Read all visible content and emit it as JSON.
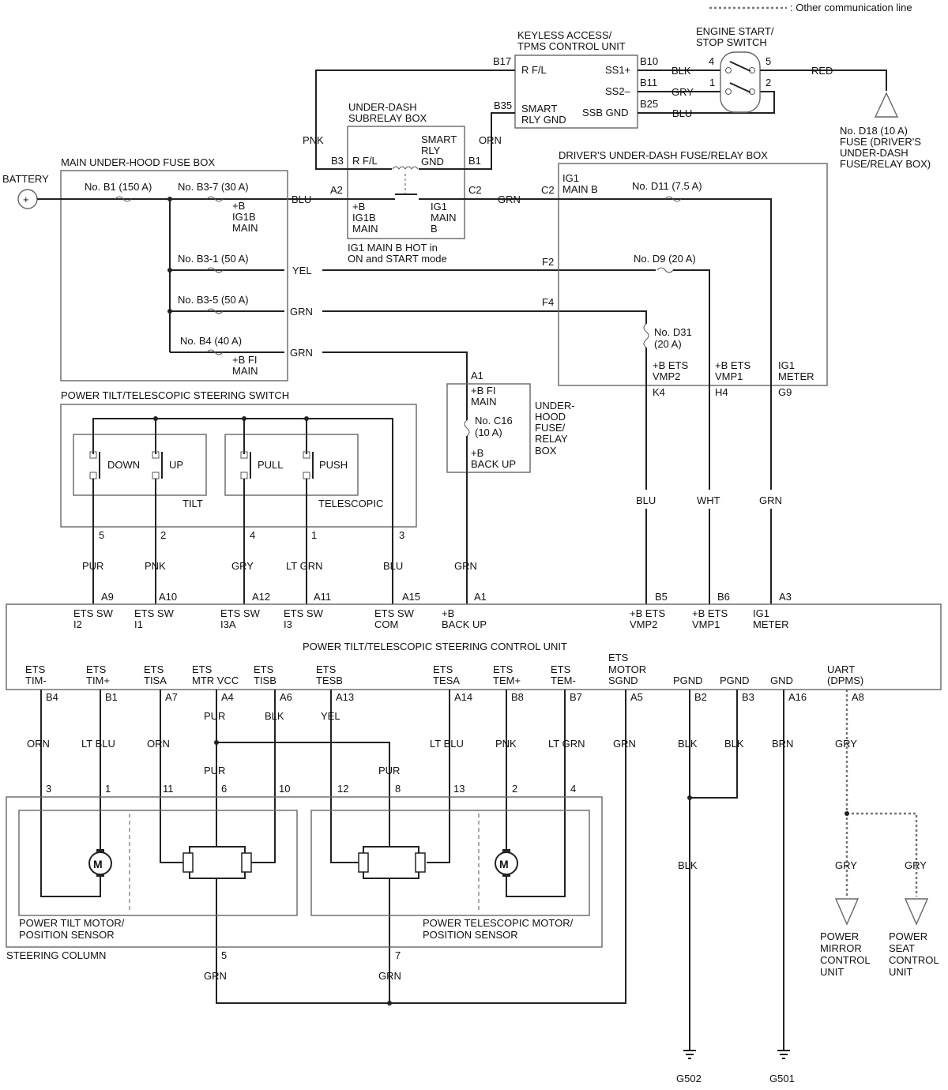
{
  "legend": ": Other communication line",
  "keyless": {
    "title1": "KEYLESS ACCESS/",
    "title2": "TPMS CONTROL UNIT",
    "rfl": "R F/L",
    "smart1": "SMART",
    "smart2": "RLY GND",
    "ss1": "SS1+",
    "ss2": "SS2–",
    "ssbgnd": "SSB GND",
    "b17": "B17",
    "b35": "B35",
    "b10": "B10",
    "b11": "B11",
    "b25": "B25"
  },
  "engine": {
    "title1": "ENGINE START/",
    "title2": "STOP SWITCH",
    "p4": "4",
    "p5": "5",
    "p1": "1",
    "p2": "2",
    "red": "RED",
    "blk": "BLK",
    "gry": "GRY",
    "blu": "BLU"
  },
  "d18": {
    "l1": "No. D18 (10 A)",
    "l2": "FUSE (DRIVER'S",
    "l3": "UNDER-DASH",
    "l4": "FUSE/RELAY BOX)"
  },
  "subrelay": {
    "t1": "UNDER-DASH",
    "t2": "SUBRELAY BOX",
    "b3": "B3",
    "rfl": "R F/L",
    "smart": "SMART",
    "rly": "RLY",
    "gnd": "GND",
    "b1": "B1",
    "a2": "A2",
    "c2": "C2",
    "pb": "+B",
    "ig1b": "IG1B",
    "main": "MAIN",
    "ig1": "IG1",
    "main2": "MAIN",
    "b": "B",
    "note1": "IG1 MAIN B HOT in",
    "note2": "ON and START mode",
    "pnk": "PNK",
    "orn": "ORN"
  },
  "battery": "BATTERY",
  "hood": {
    "title": "MAIN UNDER-HOOD FUSE BOX",
    "b1": "No. B1 (150 A)",
    "b37": "No. B3-7 (30 A)",
    "pb": "+B",
    "ig1b": "IG1B",
    "main": "MAIN",
    "b31": "No. B3-1 (50 A)",
    "b35": "No. B3-5 (50 A)",
    "b4": "No. B4 (40 A)",
    "pbfi": "+B FI",
    "main2": "MAIN"
  },
  "wires": {
    "blu": "BLU",
    "grn": "GRN",
    "yel": "YEL",
    "grn2": "GRN",
    "grn3": "GRN"
  },
  "driver": {
    "title": "DRIVER'S UNDER-DASH FUSE/RELAY BOX",
    "c2": "C2",
    "ig1": "IG1",
    "mainb": "MAIN B",
    "d11": "No. D11 (7.5 A)",
    "f2": "F2",
    "d9": "No. D9 (20 A)",
    "f4": "F4",
    "d31a": "No. D31",
    "d31b": "(20 A)",
    "etsa": "+B ETS",
    "vmp2": "VMP2",
    "etsb": "+B ETS",
    "vmp1": "VMP1",
    "ig1m": "IG1",
    "meter": "METER",
    "k4": "K4",
    "h4": "H4",
    "g9": "G9"
  },
  "uhfuse": {
    "a1": "A1",
    "pbfi": "+B FI",
    "main": "MAIN",
    "c16": "No. C16",
    "c16a": "(10 A)",
    "pb": "+B",
    "backup": "BACK UP",
    "t1": "UNDER-",
    "t2": "HOOD",
    "t3": "FUSE/",
    "t4": "RELAY",
    "t5": "BOX"
  },
  "switch": {
    "title": "POWER TILT/TELESCOPIC STEERING SWITCH",
    "down": "DOWN",
    "up": "UP",
    "pull": "PULL",
    "push": "PUSH",
    "tilt": "TILT",
    "telescopic": "TELESCOPIC",
    "p5": "5",
    "p2": "2",
    "p4": "4",
    "p1": "1",
    "p3": "3"
  },
  "colors_mid": {
    "pur": "PUR",
    "pnk": "PNK",
    "gry": "GRY",
    "ltgrn": "LT GRN",
    "blu": "BLU",
    "grn": "GRN",
    "blu2": "BLU",
    "wht": "WHT",
    "grn2": "GRN"
  },
  "ecu": {
    "title": "POWER TILT/TELESCOPIC STEERING CONTROL UNIT",
    "top": [
      {
        "pin": "A9",
        "l1": "ETS SW",
        "l2": "I2"
      },
      {
        "pin": "A10",
        "l1": "ETS SW",
        "l2": "I1"
      },
      {
        "pin": "A12",
        "l1": "ETS SW",
        "l2": "I3A"
      },
      {
        "pin": "A11",
        "l1": "ETS SW",
        "l2": "I3"
      },
      {
        "pin": "A15",
        "l1": "ETS SW",
        "l2": "COM"
      },
      {
        "pin": "A1",
        "l1": "+B",
        "l2": "BACK UP"
      },
      {
        "pin": "B5",
        "l1": "+B ETS",
        "l2": "VMP2"
      },
      {
        "pin": "B6",
        "l1": "+B ETS",
        "l2": "VMP1"
      },
      {
        "pin": "A3",
        "l1": "IG1",
        "l2": "METER"
      }
    ],
    "bottom": [
      {
        "pin": "B4",
        "l1": "ETS",
        "l2": "TIM-"
      },
      {
        "pin": "B1",
        "l1": "ETS",
        "l2": "TIM+"
      },
      {
        "pin": "A7",
        "l1": "ETS",
        "l2": "TISA"
      },
      {
        "pin": "A4",
        "l1": "ETS",
        "l2": "MTR VCC"
      },
      {
        "pin": "A6",
        "l1": "ETS",
        "l2": "TISB"
      },
      {
        "pin": "A13",
        "l1": "ETS",
        "l2": "TESB"
      },
      {
        "pin": "A14",
        "l1": "ETS",
        "l2": "TESA"
      },
      {
        "pin": "B8",
        "l1": "ETS",
        "l2": "TEM+"
      },
      {
        "pin": "B7",
        "l1": "ETS",
        "l2": "TEM-"
      },
      {
        "pin": "A5",
        "l0": "ETS",
        "l1": "MOTOR",
        "l2": "SGND"
      },
      {
        "pin": "B2",
        "l1": "",
        "l2": "PGND"
      },
      {
        "pin": "B3",
        "l1": "",
        "l2": "PGND"
      },
      {
        "pin": "A16",
        "l1": "",
        "l2": "GND"
      },
      {
        "pin": "A8",
        "l1": "UART",
        "l2": "(DPMS)"
      }
    ]
  },
  "lower": {
    "pur1": "PUR",
    "blk1": "BLK",
    "yel": "YEL",
    "orn": "ORN",
    "ltblu": "LT BLU",
    "orn2": "ORN",
    "pur2": "PUR",
    "pur3": "PUR",
    "ltblu2": "LT BLU",
    "pnk": "PNK",
    "ltgrn": "LT GRN",
    "grn": "GRN",
    "blk2": "BLK",
    "blk3": "BLK",
    "brn": "BRN",
    "gry": "GRY",
    "blk4": "BLK",
    "gry2": "GRY",
    "gry3": "GRY",
    "p3": "3",
    "p1": "1",
    "p11": "11",
    "p6": "6",
    "p10": "10",
    "p12": "12",
    "p8": "8",
    "p13": "13",
    "p2": "2",
    "p4": "4",
    "p5": "5",
    "p7": "7",
    "grn2": "GRN",
    "grn3": "GRN"
  },
  "column": {
    "tilt1": "POWER TILT MOTOR/",
    "tilt2": "POSITION SENSOR",
    "tele1": "POWER TELESCOPIC MOTOR/",
    "tele2": "POSITION SENSOR",
    "col": "STEERING COLUMN",
    "m": "M"
  },
  "units": {
    "mirror": [
      "POWER",
      "MIRROR",
      "CONTROL",
      "UNIT"
    ],
    "seat": [
      "POWER",
      "SEAT",
      "CONTROL",
      "UNIT"
    ]
  },
  "grounds": {
    "g502": "G502",
    "g501": "G501"
  }
}
